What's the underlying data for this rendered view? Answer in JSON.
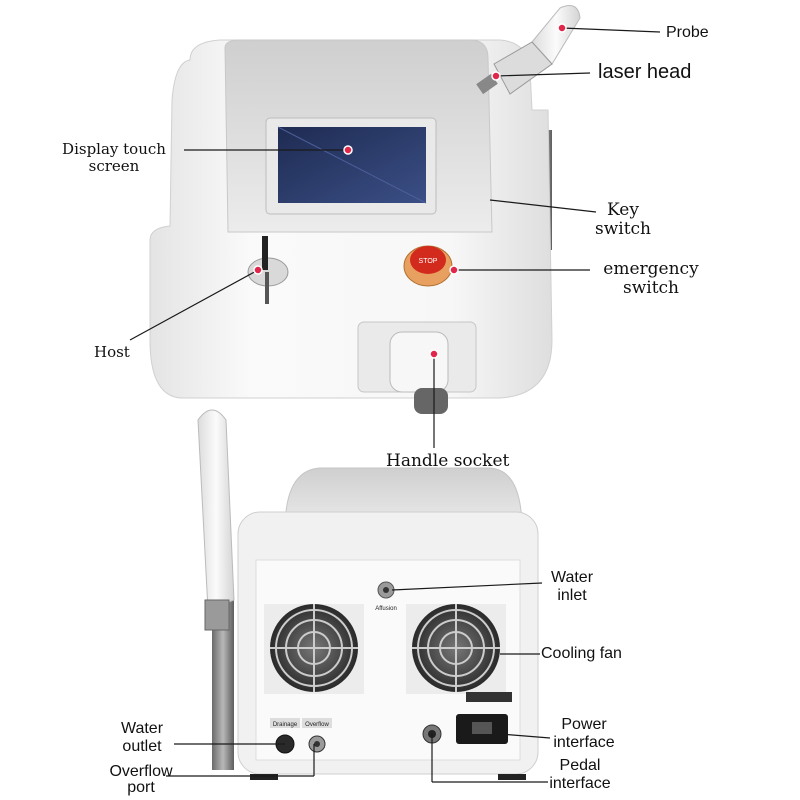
{
  "labels": {
    "probe": "Probe",
    "laser_head": "laser head",
    "display_line1": "Display touch",
    "display_line2": "screen",
    "key_line1": "Key",
    "key_line2": "switch",
    "emergency_line1": "emergency",
    "emergency_line2": "switch",
    "host": "Host",
    "handle_socket": "Handle socket",
    "water_inlet_line1": "Water",
    "water_inlet_line2": "inlet",
    "cooling_fan": "Cooling fan",
    "water_outlet_line1": "Water",
    "water_outlet_line2": "outlet",
    "power_line1": "Power",
    "power_line2": "interface",
    "overflow_line1": "Overflow",
    "overflow_line2": "port",
    "pedal_line1": "Pedal",
    "pedal_line2": "interface"
  },
  "device_text": {
    "stop": "STOP",
    "affusion": "Affusion",
    "drainage": "Drainage",
    "overflow": "Overflow"
  },
  "colors": {
    "marker": "#e0264a",
    "leader": "#1a1a1a",
    "body": "#f2f2f2",
    "stop_red": "#d32a1e",
    "stop_ring": "#e8a060"
  }
}
